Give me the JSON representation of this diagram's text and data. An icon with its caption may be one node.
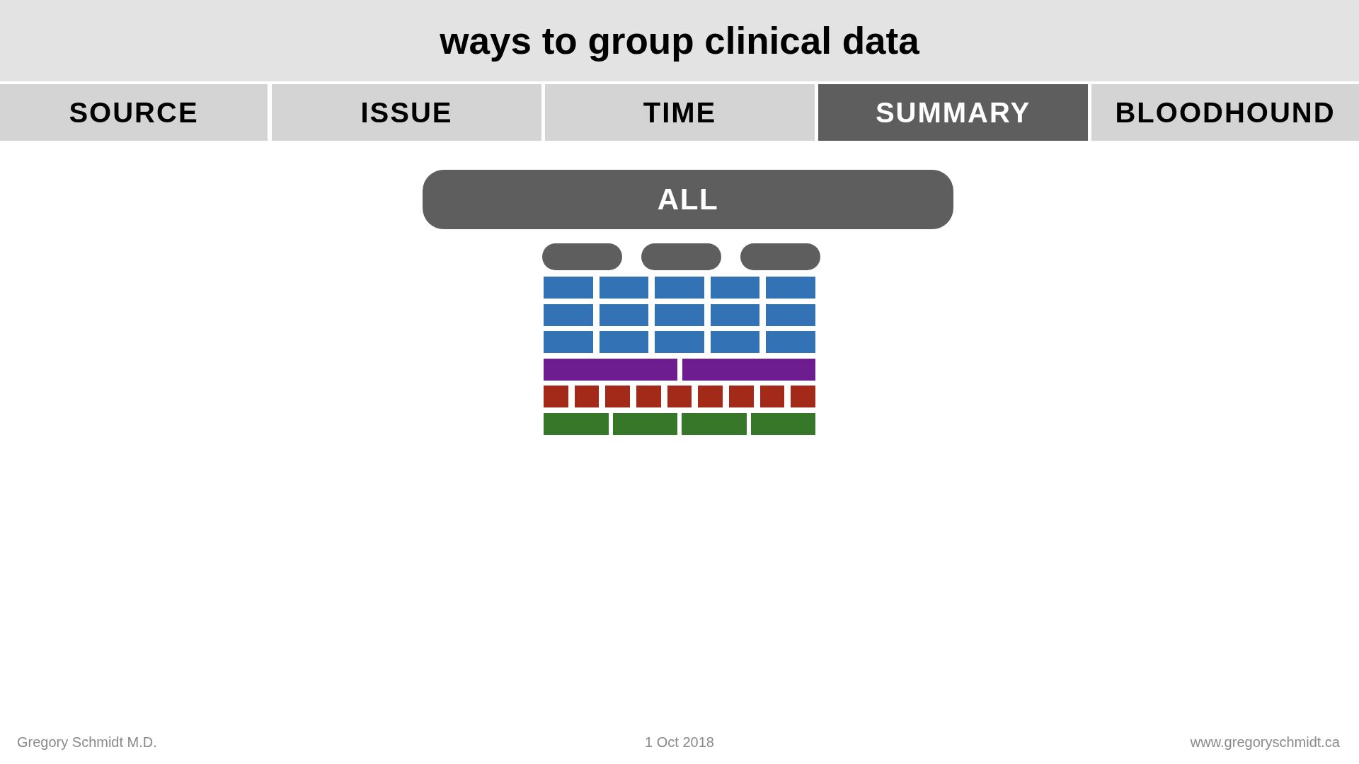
{
  "diagram": {
    "title": "ways to group clinical data",
    "nodes": [
      {
        "text": [
          "SOURCE"
        ]
      },
      {
        "text": [
          "ISSUE"
        ]
      },
      {
        "text": [
          "TIME"
        ]
      },
      {
        "text": [
          "SUMMARY"
        ]
      },
      {
        "text": [
          "BLOODHOUND"
        ]
      },
      {
        "text": [
          "ALL"
        ]
      },
      {
        "text": [],
        "shape": "box"
      },
      {
        "text": [],
        "shape": "box"
      },
      {
        "text": [],
        "shape": "box"
      },
      {
        "text": [],
        "shape": "box"
      },
      {
        "text": [],
        "shape": "box"
      },
      {
        "text": [],
        "shape": "box"
      },
      {
        "text": [],
        "shape": "box"
      },
      {
        "text": [],
        "shape": "box"
      },
      {
        "text": [],
        "shape": "box"
      },
      {
        "text": [],
        "shape": "box"
      },
      {
        "text": [],
        "shape": "box"
      },
      {
        "text": [],
        "shape": "box"
      },
      {
        "text": [],
        "shape": "box"
      },
      {
        "text": [],
        "shape": "box"
      },
      {
        "text": [],
        "shape": "box"
      },
      {
        "text": [],
        "shape": "box"
      },
      {
        "text": [],
        "shape": "box"
      },
      {
        "text": [],
        "shape": "box"
      },
      {
        "text": [],
        "shape": "box"
      },
      {
        "text": [],
        "shape": "box"
      },
      {
        "text": [],
        "shape": "box"
      },
      {
        "text": [],
        "shape": "box"
      },
      {
        "text": [],
        "shape": "box"
      },
      {
        "text": [],
        "shape": "box"
      },
      {
        "text": [],
        "shape": "box"
      },
      {
        "text": [],
        "shape": "box"
      },
      {
        "text": [],
        "shape": "box"
      },
      {
        "text": [],
        "shape": "box"
      },
      {
        "text": [],
        "shape": "box"
      },
      {
        "text": [],
        "shape": "box"
      },
      {
        "text": [],
        "shape": "box"
      },
      {
        "text": [],
        "shape": "box"
      },
      {
        "text": [],
        "shape": "box"
      }
    ],
    "labels": [
      "Gregory Schmidt M.D.",
      "1 Oct 2018",
      "www.gregoryschmidt.ca"
    ]
  }
}
